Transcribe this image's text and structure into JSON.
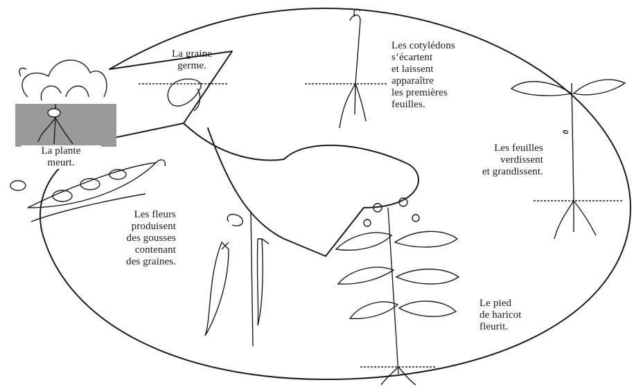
{
  "stages": [
    {
      "id": "germination",
      "lines": [
        "La graine",
        "germe."
      ]
    },
    {
      "id": "cotyledons",
      "lines": [
        "Les cotylédons",
        "s’écartent",
        "et laissent",
        "apparaître",
        "les premières",
        "feuilles."
      ]
    },
    {
      "id": "leaves",
      "lines": [
        "Les feuilles",
        "verdissent",
        "et grandissent."
      ]
    },
    {
      "id": "flowering",
      "lines": [
        "Le pied",
        "de haricot",
        "fleurit."
      ]
    },
    {
      "id": "pods",
      "lines": [
        "Les fleurs",
        "produisent",
        "des gousses",
        "contenant",
        "des graines."
      ]
    },
    {
      "id": "death",
      "lines": [
        "La plante",
        "meurt."
      ]
    }
  ],
  "colors": {
    "ink": "#1a1a1a",
    "soil_panel": "#9a9a9a",
    "background": "#ffffff"
  }
}
